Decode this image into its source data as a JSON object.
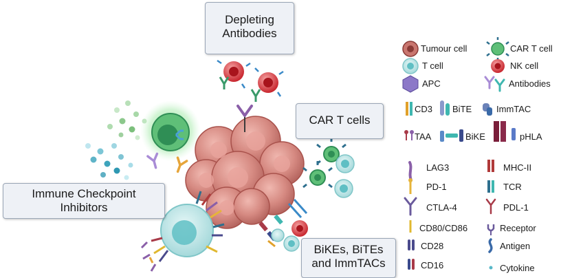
{
  "callouts": {
    "depleting": {
      "line1": "Depleting",
      "line2": "Antibodies"
    },
    "car_t": {
      "line1": "CAR T cells"
    },
    "icb": {
      "line1": "Immune Checkpoint",
      "line2": "Inhibitors"
    },
    "bikes": {
      "line1": "BiKEs, BiTEs",
      "line2": "and ImmTACs"
    }
  },
  "legend_cells": {
    "tumour": "Tumour cell",
    "car_t": "CAR T cell",
    "t_cell": "T cell",
    "nk": "NK cell",
    "apc": "APC",
    "antibodies": "Antibodies"
  },
  "legend_engagers": {
    "cd3": "CD3",
    "bite": "BiTE",
    "immtac": "ImmTAC",
    "taa": "TAA",
    "bike": "BiKE",
    "phla": "pHLA"
  },
  "legend_molecules": {
    "lag3": "LAG3",
    "mhc2": "MHC-II",
    "pd1": "PD-1",
    "tcr": "TCR",
    "ctla4": "CTLA-4",
    "pdl1": "PDL-1",
    "cd80": "CD80/CD86",
    "receptor": "Receptor",
    "cd28": "CD28",
    "antigen": "Antigen",
    "cd16": "CD16",
    "cytokine": "Cytokine"
  },
  "colors": {
    "tumour": "#c9766f",
    "tumour_dark": "#a8514b",
    "t_cell": "#a8dcdc",
    "t_cell_core": "#5fbfc4",
    "car_t": "#3fa56a",
    "nk": "#d8333a",
    "apc": "#8c78c8",
    "antibody_purple": "#a98cd6",
    "antibody_teal": "#3fb7b0",
    "cd3": "#e0a12b",
    "lag3": "#8a5fa8",
    "pd1": "#e6b43a",
    "mhc2": "#b03a3a",
    "tcr": "#2e6f8e",
    "ctla4": "#6a5a9c",
    "pdl1": "#a83a48",
    "cd80": "#e0b830",
    "cd28": "#4a4a8c",
    "cd16": "#3a4a8c",
    "cytokine": "#58b8c8",
    "callout_fill": "#eef1f6",
    "callout_border": "#9aa6b6"
  }
}
